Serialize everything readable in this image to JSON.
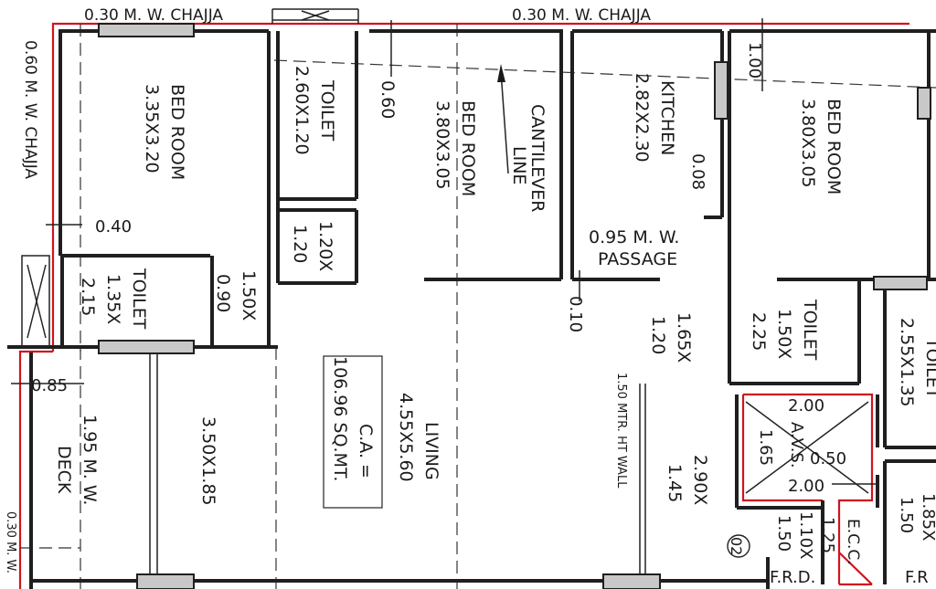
{
  "labels": {
    "chajja_top_left": "0.30 M. W. CHAJJA",
    "chajja_top_right": "0.30 M. W. CHAJJA",
    "chajja_left": "0.60 M. W. CHAJJA",
    "chajja_bottom_left": "0.30 M. W.",
    "bed_room_1_name": "BED ROOM",
    "bed_room_1_size": "3.35X3.20",
    "toilet_1_name": "TOILET",
    "toilet_1_size": "2.60X1.20",
    "dim_060": "0.60",
    "bed_room_2_name": "BED ROOM",
    "bed_room_2_size": "3.80X3.05",
    "cantilever_1": "CANTILEVER",
    "cantilever_2": "LINE",
    "kitchen_name": "KITCHEN",
    "kitchen_size": "2.82X2.30",
    "dim_100": "1.00",
    "bed_room_3_name": "BED ROOM",
    "bed_room_3_size": "3.80X3.05",
    "dim_008": "0.08",
    "dim_040": "0.40",
    "small_1": "1.20X",
    "small_2": "1.20",
    "passage_1": "0.95 M. W.",
    "passage_2": "PASSAGE",
    "toilet_2_name": "TOILET",
    "toilet_2_size_a": "1.35X",
    "toilet_2_size_b": "2.15",
    "lobby_a": "1.50X",
    "lobby_b": "0.90",
    "dim_010": "0.10",
    "hall_a": "1.65X",
    "hall_b": "1.20",
    "toilet_3_name": "TOILET",
    "toilet_3_size_a": "1.50X",
    "toilet_3_size_b": "2.25",
    "toilet_4_partial": "TOILET",
    "toilet_4_size": "2.55X1.35",
    "dim_085": "0.85",
    "deck_a": "1.95 M. W.",
    "deck_b": "DECK",
    "deck_size": "3.50X1.85",
    "ca_1": "C.A. =",
    "ca_2": "106.96 SQ.MT.",
    "living_name": "LIVING",
    "living_size": "4.55X5.60",
    "ht_wall": "1.50 MTR. HT WALL",
    "store_a": "2.90X",
    "store_b": "1.45",
    "avs_top_dim": "2.00",
    "avs_name": "A.V.S.",
    "avs_side_dim": "1.65",
    "avs_dim_050": "0.50",
    "avs_bottom_dim": "2.00",
    "frd_a": "1.10X",
    "frd_b": "1.50",
    "dim_125": "1.25",
    "frd_label": "F.R.D.",
    "ecc": "E.C.C.",
    "flat_no": "02",
    "right_a": "1.85X",
    "right_b": "1.50",
    "right_frd": "F.R"
  }
}
